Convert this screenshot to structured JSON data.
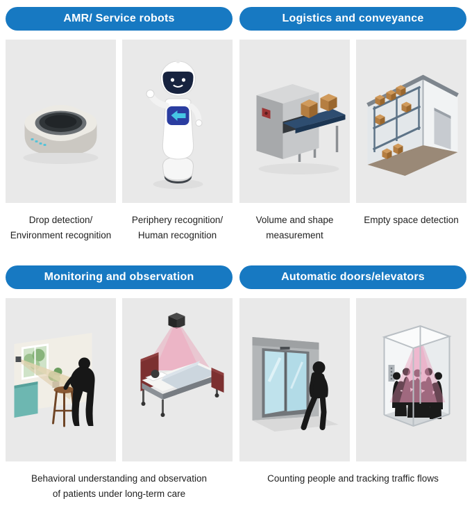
{
  "colors": {
    "header_bg": "#1779c2",
    "header_text": "#ffffff",
    "panel_bg": "#e9e9e9",
    "caption_text": "#1f1f1f"
  },
  "sections": [
    {
      "title": "AMR/ Service robots",
      "panels": [
        {
          "illustration": "drop-detection-illustration",
          "caption": "Drop detection/\nEnvironment recognition"
        },
        {
          "illustration": "service-robot-illustration",
          "caption": "Periphery recognition/\nHuman recognition"
        }
      ]
    },
    {
      "title": "Logistics and conveyance",
      "panels": [
        {
          "illustration": "volume-measurement-illustration",
          "caption": "Volume and shape\nmeasurement"
        },
        {
          "illustration": "empty-space-illustration",
          "caption": "Empty space detection"
        }
      ]
    },
    {
      "title": "Monitoring and observation",
      "caption": "Behavioral understanding and observation\nof patients under long-term care",
      "panels": [
        {
          "illustration": "elderly-care-illustration"
        },
        {
          "illustration": "hospital-bed-illustration"
        }
      ]
    },
    {
      "title": "Automatic doors/elevators",
      "caption": "Counting people and tracking traffic flows",
      "panels": [
        {
          "illustration": "automatic-door-illustration"
        },
        {
          "illustration": "elevator-illustration"
        }
      ]
    }
  ]
}
